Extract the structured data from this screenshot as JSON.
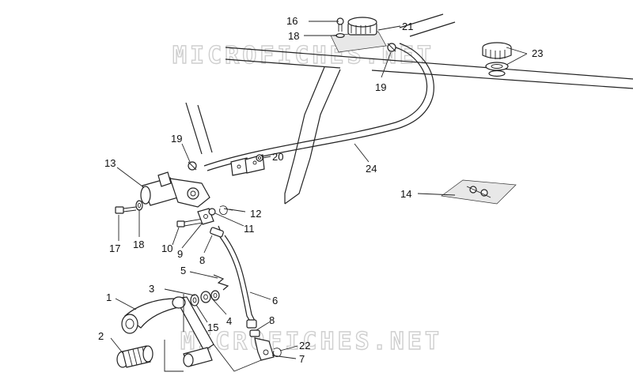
{
  "watermarks": [
    "MICROFICHES.NET",
    "MICROFICHES.NET"
  ],
  "callouts": {
    "c1": "1",
    "c2": "2",
    "c3": "3",
    "c4": "4",
    "c5": "5",
    "c6": "6",
    "c7": "7",
    "c8a": "8",
    "c8b": "8",
    "c9": "9",
    "c10": "10",
    "c11": "11",
    "c12": "12",
    "c13": "13",
    "c14": "14",
    "c15": "15",
    "c16": "16",
    "c17": "17",
    "c18a": "18",
    "c18b": "18",
    "c19a": "19",
    "c19b": "19",
    "c20": "20",
    "c21": "21",
    "c22": "22",
    "c23": "23",
    "c24": "24"
  }
}
